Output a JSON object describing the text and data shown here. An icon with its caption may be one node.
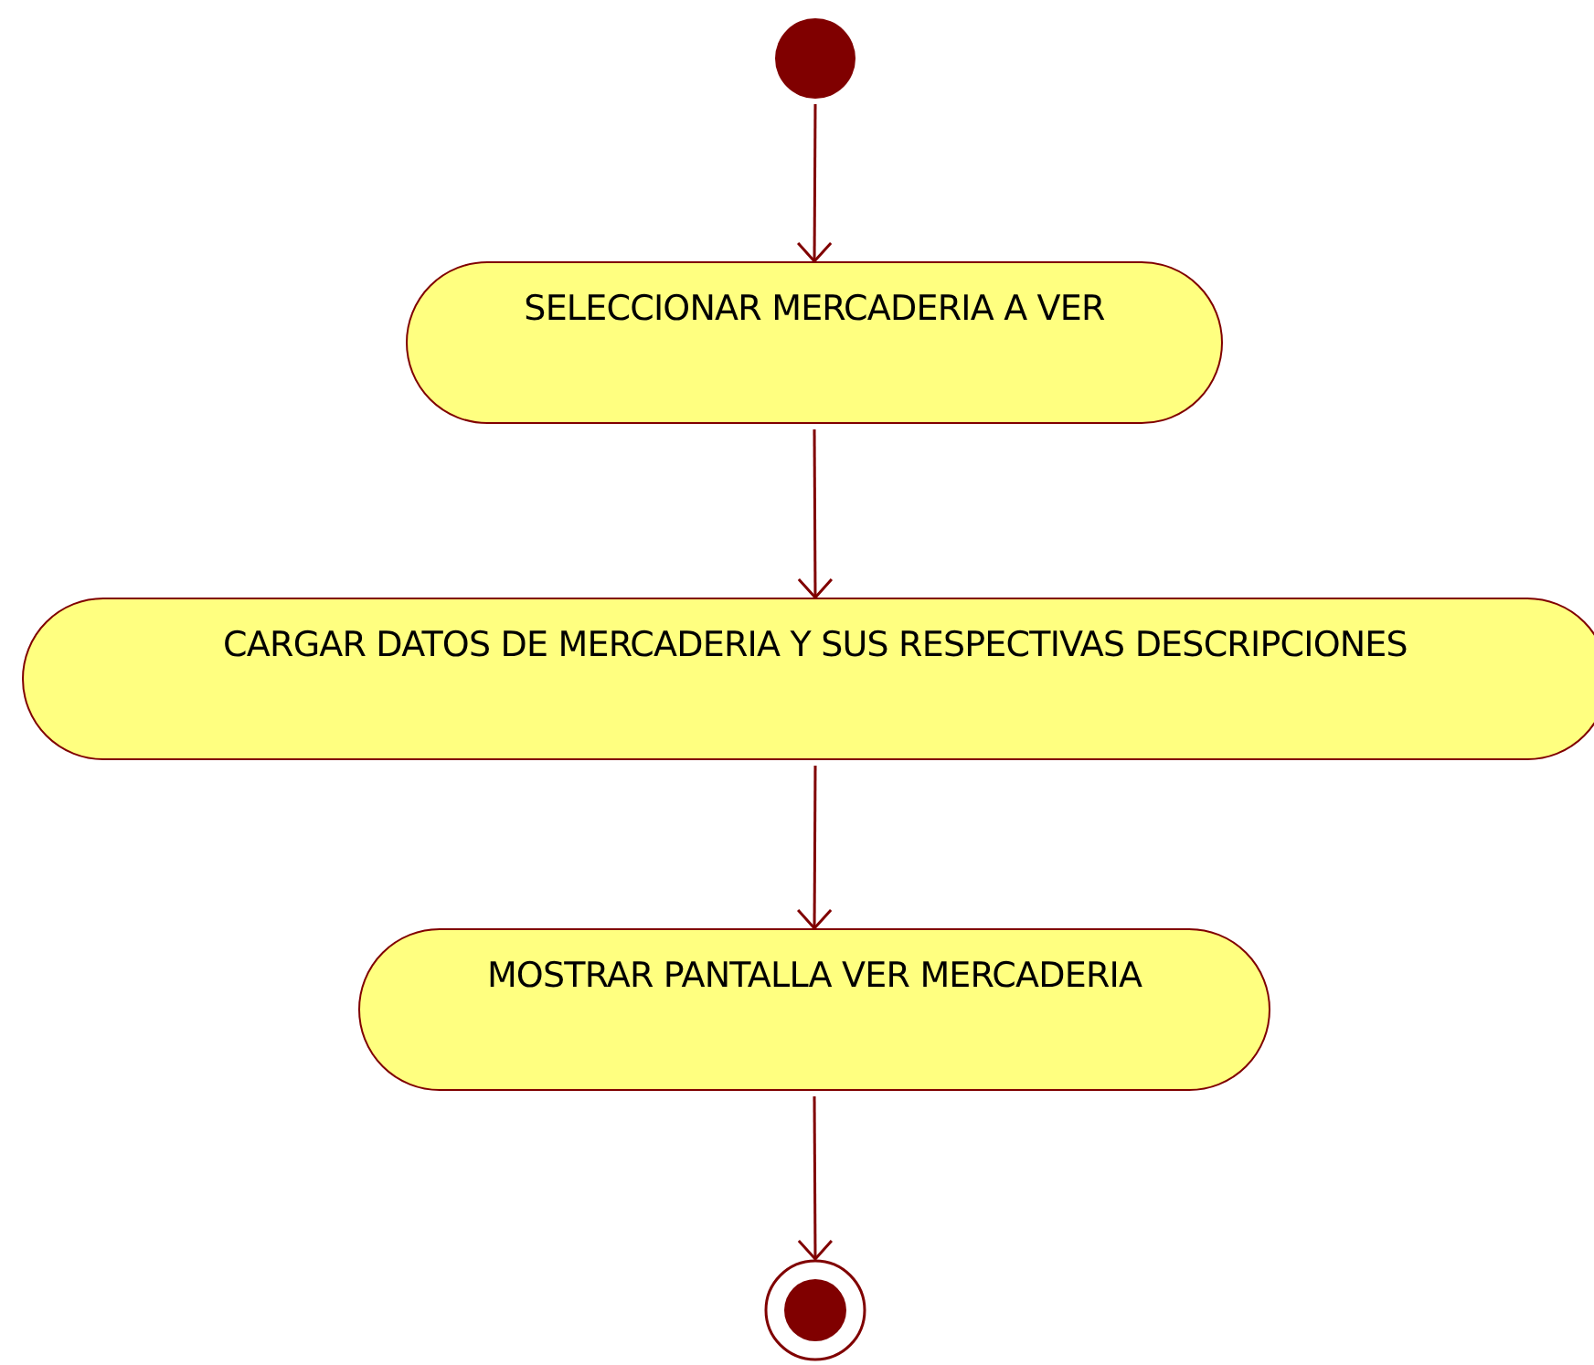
{
  "diagram": {
    "nodes": [
      {
        "text": [],
        "shape": "circle"
      },
      {
        "text": [
          "SELECCIONAR MERCADERIA A VER"
        ]
      },
      {
        "text": [
          "CARGAR DATOS DE MERCADERIA Y SUS RESPECTIVAS DESCRIPCIONES"
        ]
      },
      {
        "text": [
          "MOSTRAR PANTALLA VER MERCADERIA"
        ]
      },
      {
        "text": [],
        "shape": "circle"
      }
    ],
    "edges": [
      {
        "from": 0,
        "to": 1,
        "arrow": "to"
      },
      {
        "from": 1,
        "to": 2,
        "arrow": "to"
      },
      {
        "from": 2,
        "to": 3,
        "arrow": "to"
      },
      {
        "from": 3,
        "to": 4,
        "arrow": "to"
      }
    ]
  }
}
